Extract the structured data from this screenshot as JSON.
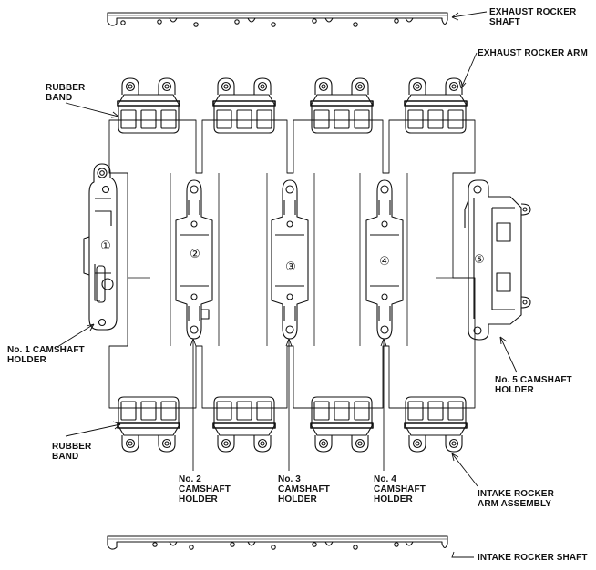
{
  "labels": {
    "exhaust_rocker_shaft": "EXHAUST ROCKER\nSHAFT",
    "exhaust_rocker_arm": "EXHAUST ROCKER ARM",
    "rubber_band_top": "RUBBER\nBAND",
    "rubber_band_bottom": "RUBBER\nBAND",
    "camshaft_holder_1": "No. 1 CAMSHAFT\nHOLDER",
    "camshaft_holder_2": "No. 2\nCAMSHAFT\nHOLDER",
    "camshaft_holder_3": "No. 3\nCAMSHAFT\nHOLDER",
    "camshaft_holder_4": "No. 4\nCAMSHAFT\nHOLDER",
    "camshaft_holder_5": "No. 5 CAMSHAFT\nHOLDER",
    "intake_rocker_arm_assembly": "INTAKE ROCKER\nARM ASSEMBLY",
    "intake_rocker_shaft": "INTAKE ROCKER SHAFT"
  },
  "holder_numbers": [
    "①",
    "②",
    "③",
    "④",
    "⑤"
  ],
  "colors": {
    "ink": "#111111",
    "paper": "#ffffff"
  }
}
